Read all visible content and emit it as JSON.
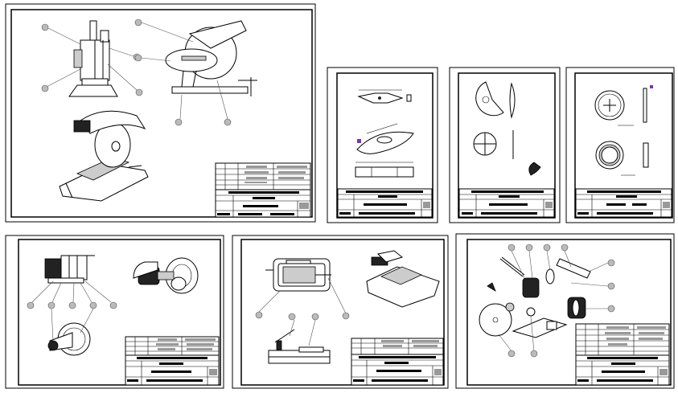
{
  "sheets": [
    {
      "id": "sheet-1"
    },
    {
      "id": "sheet-2"
    },
    {
      "id": "sheet-3"
    },
    {
      "id": "sheet-4"
    },
    {
      "id": "sheet-5"
    },
    {
      "id": "sheet-6"
    },
    {
      "id": "sheet-7"
    }
  ],
  "colors": {
    "line": "#000000",
    "balloon": "#bbbbbb",
    "accent": "#7b2ec9",
    "background": "#ffffff"
  }
}
